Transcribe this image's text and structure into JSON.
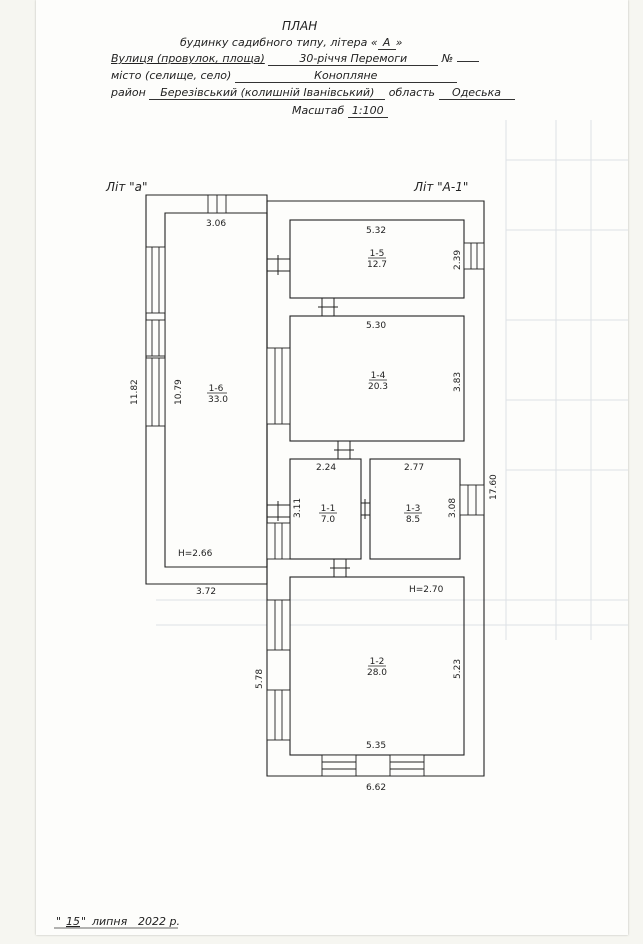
{
  "header": {
    "title": "ПЛАН",
    "subtitle": "будинку садибного типу, літера «",
    "litera": "А",
    "subtitle_end": "»",
    "street_label": "Вулиця (провулок, площа)",
    "street_value": "30-річчя Перемоги",
    "number_label": "№",
    "number_value": "",
    "city_label": "місто (селище, село)",
    "city_value": "Конопляне",
    "district_label": "район",
    "district_value": "Березівський (колишній Іванівський)",
    "region_label": "область",
    "region_value": "Одеська",
    "scale_label": "Масштаб",
    "scale_value": "1:100"
  },
  "plan": {
    "lit_left": "Літ \"а\"",
    "lit_right": "Літ \"А-1\"",
    "rooms": [
      {
        "id": "1-1",
        "area": "7.0"
      },
      {
        "id": "1-2",
        "area": "28.0"
      },
      {
        "id": "1-3",
        "area": "8.5"
      },
      {
        "id": "1-4",
        "area": "20.3"
      },
      {
        "id": "1-5",
        "area": "12.7"
      },
      {
        "id": "1-6",
        "area": "33.0"
      }
    ],
    "dimensions": [
      "3.06",
      "5.32",
      "2.39",
      "5.30",
      "3.83",
      "11.82",
      "10.79",
      "2.24",
      "2.77",
      "3.11",
      "3.08",
      "17.60",
      "3.72",
      "H=2.66",
      "H=2.70",
      "5.78",
      "5.23",
      "5.35",
      "6.62"
    ]
  },
  "footer": {
    "date_open": "\"",
    "date_day": "15",
    "date_close": "\"",
    "date_month": "липня",
    "date_year": "2022 р."
  },
  "colors": {
    "line": "#222222",
    "paper": "#fdfdfb",
    "grid": "#d8dde3"
  }
}
